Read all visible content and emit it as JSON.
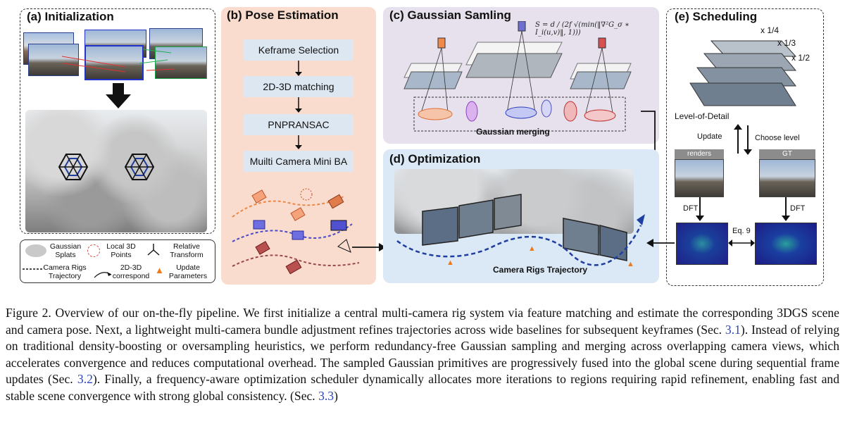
{
  "panels": {
    "a": {
      "title": "(a) Initialization"
    },
    "b": {
      "title": "(b) Pose Estimation",
      "steps": [
        "Keframe Selection",
        "2D-3D matching",
        "PNPRANSAC",
        "Muilti Camera Mini BA"
      ]
    },
    "c": {
      "title": "(c) Gaussian Samling",
      "formula": "S = d / (2f √(min(‖∇²G_σ ∗ I_i(u,v)‖, 1)))",
      "merge_label": "Gaussian merging"
    },
    "d": {
      "title": "(d) Optimization",
      "trajectory_label": "Camera Rigs Trajectory"
    },
    "e": {
      "title": "(e) Scheduling",
      "scales": [
        "x 1/4",
        "x 1/3",
        "x 1/2"
      ],
      "lod_label": "Level-of-Detail",
      "update_label": "Update",
      "choose_label": "Choose level",
      "renders_label": "renders",
      "gt_label": "GT",
      "dft_left": "DFT",
      "dft_right": "DFT",
      "eq_label": "Eq. 9"
    }
  },
  "legend": {
    "gaussian_splats": "Gaussian Splats",
    "local_points": "Local 3D Points",
    "relative_transform": "Relative Transform",
    "rig_trajectory": "Camera Rigs Trajectory",
    "correspond": "2D-3D correspond",
    "update_params": "Update Parameters"
  },
  "caption": {
    "p1": "Figure 2.  Overview of our on-the-fly pipeline.  We first initialize a central multi-camera rig system via feature matching and estimate the corresponding 3DGS scene and camera pose. Next, a lightweight multi-camera bundle adjustment refines trajectories across wide baselines for subsequent keyframes (Sec. ",
    "ref1": "3.1",
    "p2": "). Instead of relying on traditional density-boosting or oversampling heuristics, we perform redundancy-free Gaussian sampling and merging across overlapping camera views, which accelerates convergence and reduces computational overhead. The sampled Gaussian primitives are progressively fused into the global scene during sequential frame updates (Sec. ",
    "ref2": "3.2",
    "p3": "). Finally, a frequency-aware optimization scheduler dynamically allocates more iterations to regions requiring rapid refinement, enabling fast and stable scene convergence with strong global consistency. (Sec. ",
    "ref3": "3.3",
    "p4": ")"
  },
  "colors": {
    "panel_b_bg": "#f9dccd",
    "panel_c_bg": "#e6e1ec",
    "panel_d_bg": "#dbe8f5",
    "accent_blue": "#1f3fa0"
  }
}
